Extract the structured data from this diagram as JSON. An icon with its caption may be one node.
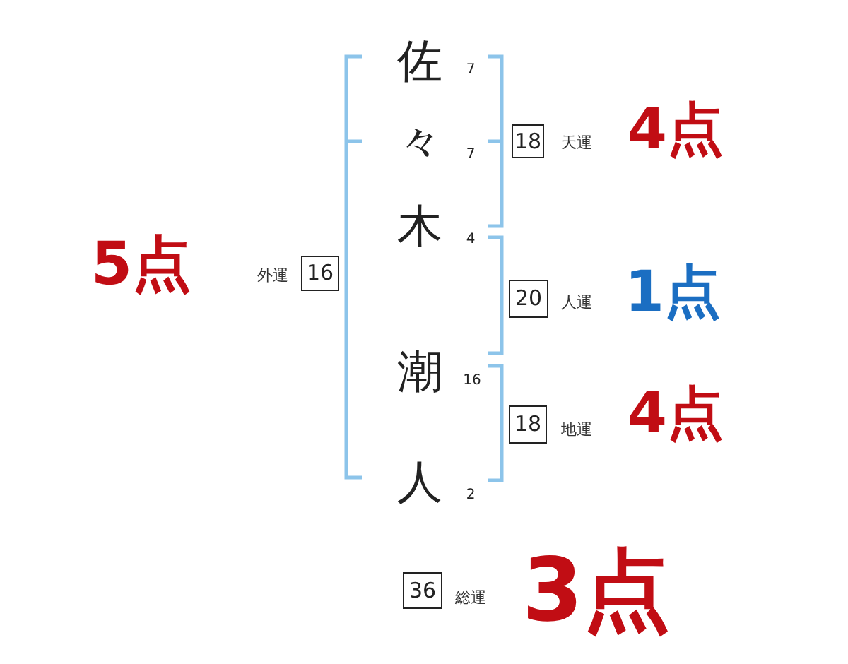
{
  "diagram": {
    "nodes": [
      {
        "text": [
          "18"
        ],
        "beside": [
          "天運",
          "4点"
        ]
      },
      {
        "text": [
          "16"
        ],
        "beside": [
          "5点",
          "外運"
        ]
      },
      {
        "text": [
          "20"
        ],
        "beside": [
          "人運",
          "1点"
        ]
      },
      {
        "text": [
          "18"
        ],
        "beside": [
          "地運",
          "4点"
        ]
      },
      {
        "text": [
          "36"
        ],
        "beside": [
          "総運",
          "3点"
        ]
      }
    ],
    "labels": [
      "佐",
      "7",
      "々",
      "7",
      "木",
      "4",
      "潮",
      "16",
      "人",
      "2"
    ]
  }
}
